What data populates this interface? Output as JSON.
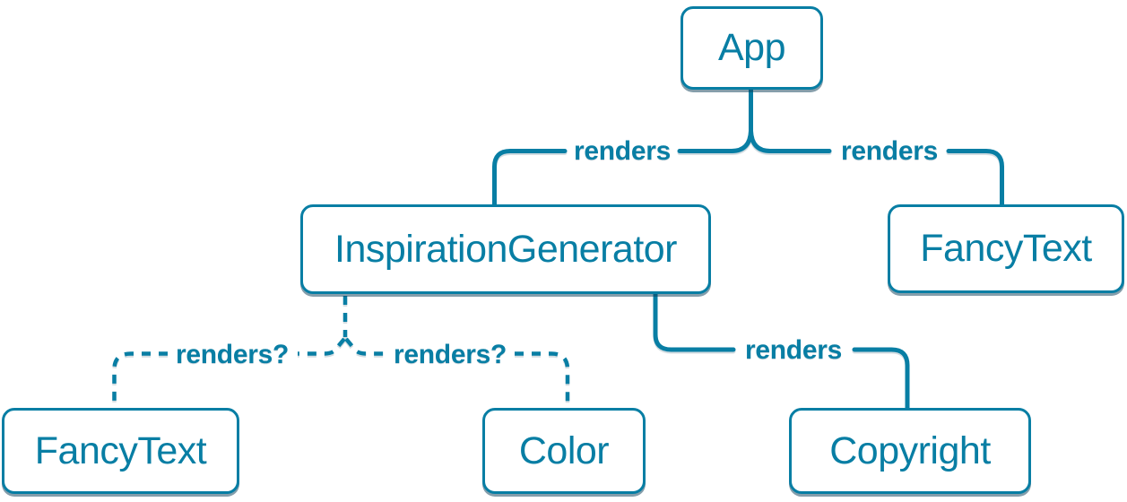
{
  "colors": {
    "accent": "#087ea4",
    "node_fill": "#ffffff",
    "node_shadow": "rgba(11,62,88,0.5)"
  },
  "diagram": {
    "type": "tree",
    "nodes": [
      {
        "id": "app",
        "label": "App"
      },
      {
        "id": "inspiration-generator",
        "label": "InspirationGenerator"
      },
      {
        "id": "fancy-text-top",
        "label": "FancyText"
      },
      {
        "id": "fancy-text-bottom",
        "label": "FancyText"
      },
      {
        "id": "color",
        "label": "Color"
      },
      {
        "id": "copyright",
        "label": "Copyright"
      }
    ],
    "edges": [
      {
        "from": "App",
        "to": "InspirationGenerator",
        "label": "renders",
        "style": "solid"
      },
      {
        "from": "App",
        "to": "FancyText",
        "label": "renders",
        "style": "solid"
      },
      {
        "from": "InspirationGenerator",
        "to": "FancyText",
        "label": "renders?",
        "style": "dashed"
      },
      {
        "from": "InspirationGenerator",
        "to": "Color",
        "label": "renders?",
        "style": "dashed"
      },
      {
        "from": "InspirationGenerator",
        "to": "Copyright",
        "label": "renders",
        "style": "solid"
      }
    ]
  }
}
